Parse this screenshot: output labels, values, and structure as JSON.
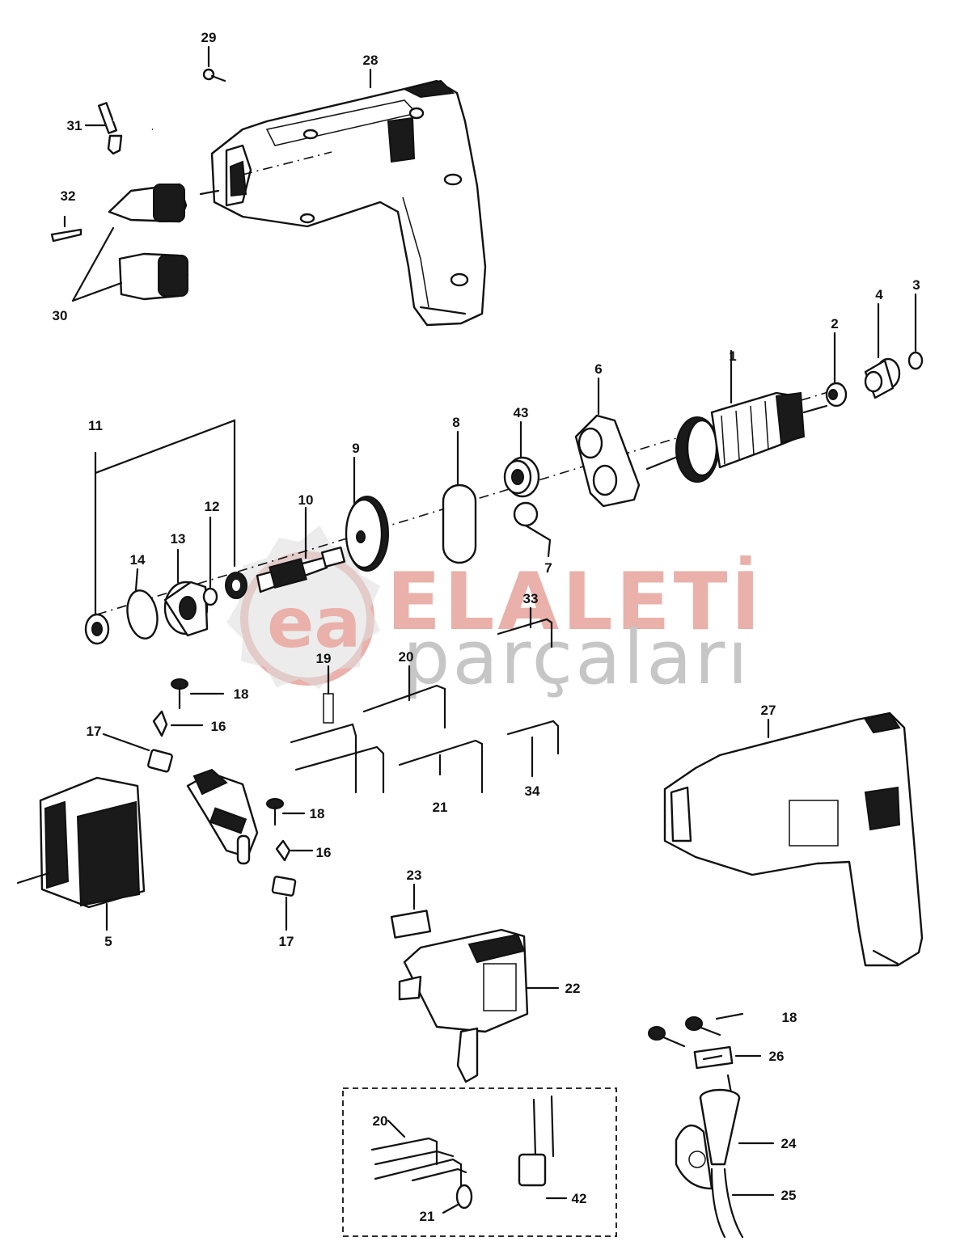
{
  "watermark": {
    "line1": "ELALETİ",
    "line2": "parçaları",
    "logo_text": "ea",
    "color_red": "#e7a39c",
    "color_gray": "#bdbdbd"
  },
  "callouts": {
    "c1": "1",
    "c2": "2",
    "c3": "3",
    "c4": "4",
    "c5": "5",
    "c6": "6",
    "c7": "7",
    "c8": "8",
    "c9": "9",
    "c10": "10",
    "c11": "11",
    "c12": "12",
    "c13": "13",
    "c14": "14",
    "c16a": "16",
    "c16b": "16",
    "c17a": "17",
    "c17b": "17",
    "c18a": "18",
    "c18b": "18",
    "c18c": "18",
    "c19": "19",
    "c20a": "20",
    "c20b": "20",
    "c21a": "21",
    "c21b": "21",
    "c22": "22",
    "c23": "23",
    "c24": "24",
    "c25": "25",
    "c26": "26",
    "c27": "27",
    "c28": "28",
    "c29": "29",
    "c30": "30",
    "c31": "31",
    "c32": "32",
    "c33": "33",
    "c34": "34",
    "c42": "42",
    "c43": "43"
  }
}
